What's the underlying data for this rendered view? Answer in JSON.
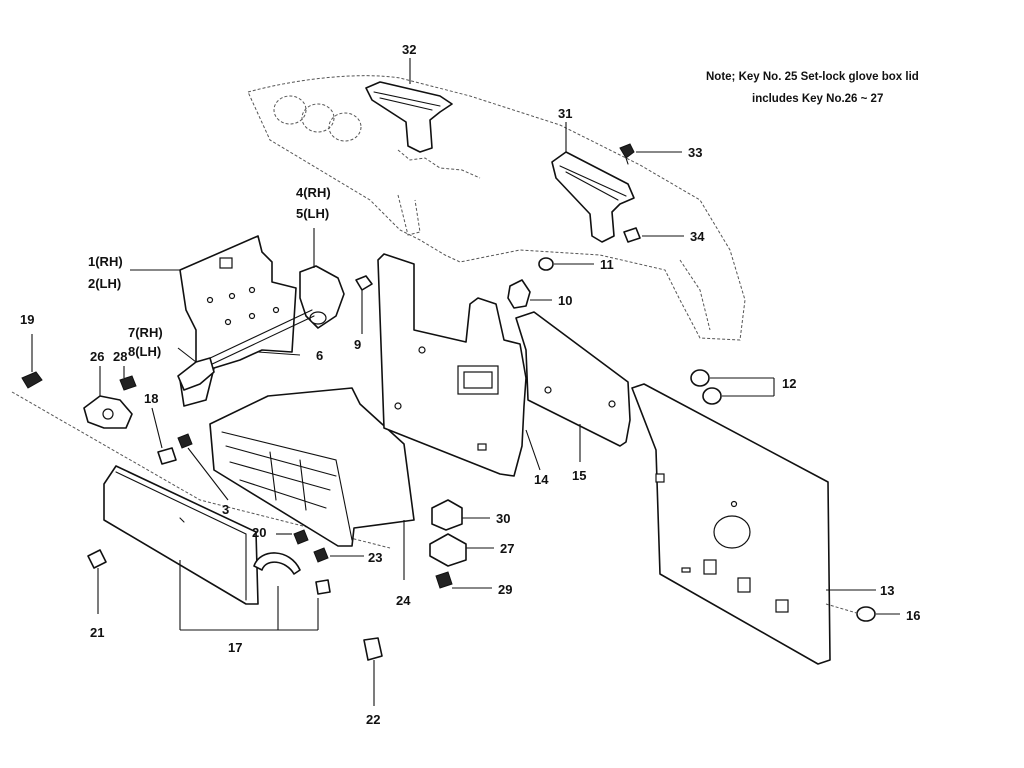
{
  "note": {
    "line1": "Note; Key No. 25 Set-lock glove box lid",
    "line2": "includes Key No.26 ~ 27"
  },
  "labels": {
    "k1": "1(RH)",
    "k2": "2(LH)",
    "k3": "3",
    "k4": "4(RH)",
    "k5": "5(LH)",
    "k6": "6",
    "k7": "7(RH)",
    "k8": "8(LH)",
    "k9": "9",
    "k10": "10",
    "k11": "11",
    "k12": "12",
    "k13": "13",
    "k14": "14",
    "k15": "15",
    "k16": "16",
    "k17": "17",
    "k18": "18",
    "k19": "19",
    "k20": "20",
    "k21": "21",
    "k22": "22",
    "k23": "23",
    "k24": "24",
    "k26": "26",
    "k27": "27",
    "k28": "28",
    "k29": "29",
    "k30": "30",
    "k31": "31",
    "k32": "32",
    "k33": "33",
    "k34": "34"
  }
}
